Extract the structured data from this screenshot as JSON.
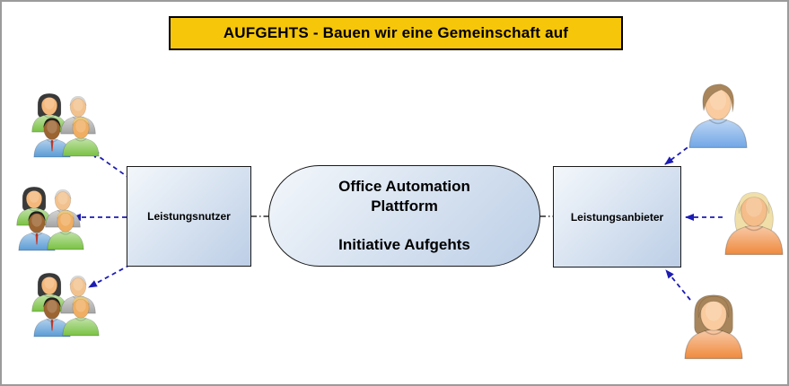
{
  "banner": {
    "label": "AUFGEHTS - Bauen wir eine Gemeinschaft auf",
    "bg_color": "#f6c60a",
    "text_color": "#000000"
  },
  "nodes": {
    "left": {
      "label": "Leistungsnutzer"
    },
    "center": {
      "line1": "Office Automation",
      "line2": "Plattform",
      "line3": "Initiative Aufgehts"
    },
    "right": {
      "label": "Leistungsanbieter"
    }
  },
  "colors": {
    "banner_bg": "#f6c60a",
    "node_fill_light": "#f3f7fb",
    "node_fill_dark": "#bccee6",
    "node_border": "#1a1a1a",
    "arrow": "#1c1cb4",
    "connector": "#2a2a2a"
  },
  "people": {
    "group_members": [
      {
        "name": "woman-dark-hair",
        "style": "bob",
        "hair": "#3a3a3a",
        "skin": "#f4b87c",
        "shirt": "#79c143"
      },
      {
        "name": "elderly-man",
        "style": "short",
        "hair": "#d8d8d8",
        "skin": "#f2c28e",
        "shirt": "#a4a4a4",
        "tie": "#5b6f94"
      },
      {
        "name": "man-dark-skin",
        "style": "short",
        "hair": "#1e1e1e",
        "skin": "#9c6431",
        "shirt": "#5b9bd5",
        "tie": "#c03a2b"
      },
      {
        "name": "person-blonde",
        "style": "fringe",
        "hair": "#e9c97e",
        "skin": "#efae62",
        "shirt": "#79c143"
      }
    ],
    "individuals": [
      {
        "name": "provider-blue-shirt",
        "style": "swoosh",
        "hair": "#a8855a",
        "skin": "#f9cb9e",
        "shirt": "#72a7e6"
      },
      {
        "name": "provider-blonde-woman",
        "style": "long",
        "hair": "#f0dfa8",
        "skin": "#f5bd8a",
        "shirt": "#ef8a3d"
      },
      {
        "name": "provider-bob-woman",
        "style": "bob",
        "hair": "#a8855a",
        "skin": "#f9cb9e",
        "shirt": "#ef8a3d"
      }
    ]
  },
  "connections": [
    {
      "from": "left-node",
      "to": "user-group-top",
      "style": "dashed-arrow"
    },
    {
      "from": "left-node",
      "to": "user-group-middle",
      "style": "dashed-arrow"
    },
    {
      "from": "left-node",
      "to": "user-group-bottom",
      "style": "dashed-arrow"
    },
    {
      "from": "provider-person-top",
      "to": "right-node",
      "style": "dashed-arrow"
    },
    {
      "from": "provider-person-middle",
      "to": "right-node",
      "style": "dashed-arrow"
    },
    {
      "from": "provider-person-bottom",
      "to": "right-node",
      "style": "dashed-arrow"
    },
    {
      "from": "left-node",
      "to": "center-node",
      "style": "dash-dot"
    },
    {
      "from": "center-node",
      "to": "right-node",
      "style": "dash-dot"
    }
  ]
}
